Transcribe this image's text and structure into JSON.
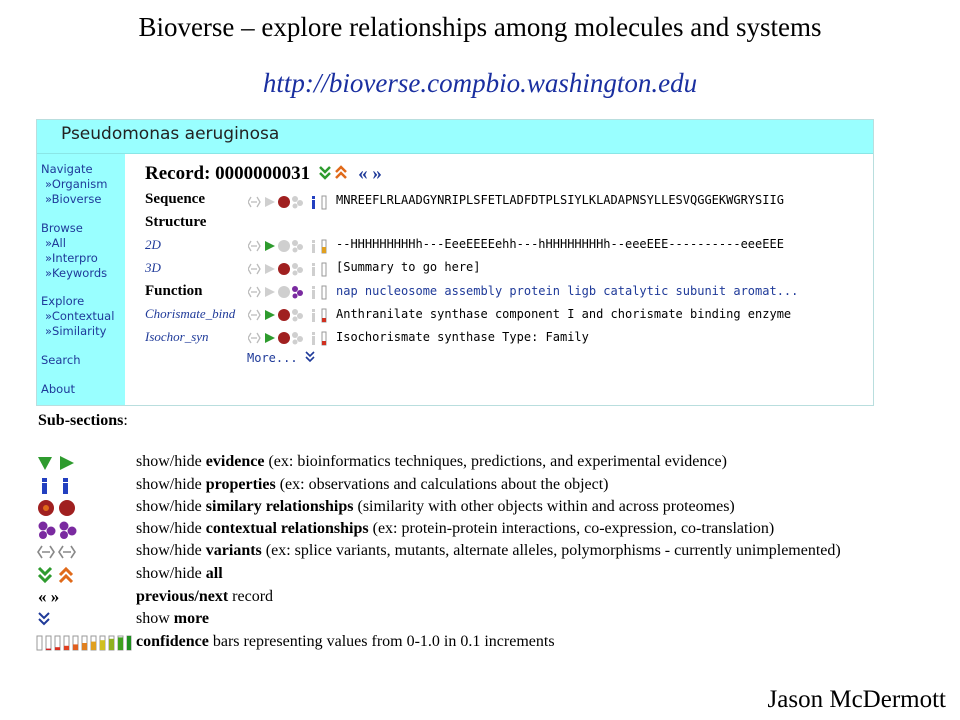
{
  "slide": {
    "title": "Bioverse – explore relationships among molecules and systems",
    "url": "http://bioverse.compbio.washington.edu",
    "author": "Jason McDermott"
  },
  "app": {
    "header_title": "Pseudomonas aeruginosa",
    "sidebar": {
      "navigate": "Navigate",
      "organism": "»Organism",
      "bioverse": "»Bioverse",
      "browse": "Browse",
      "all": "»All",
      "interpro": "»Interpro",
      "keywords": "»Keywords",
      "explore": "Explore",
      "contextual": "»Contextual",
      "similarity": "»Similarity",
      "search": "Search",
      "about": "About"
    },
    "record": {
      "label": "Record: 0000000031",
      "prev_next": "« »",
      "sequence_label": "Sequence",
      "sequence_text": "MNREEFLRLAADGYNRIPLSFETLADFDTPLSIYLKLADAPNSYLLESVQGGEKWGRYSIIG",
      "structure_label": "Structure",
      "structure_2d_label": "2D",
      "structure_2d_text": "--HHHHHHHHHh---EeeEEEEehh---hHHHHHHHHh--eeeEEE----------eeeEEE",
      "structure_3d_label": "3D",
      "structure_3d_text": "[Summary to go here]",
      "function_label": "Function",
      "function_text": "nap nucleosome assembly protein ligb catalytic subunit aromat...",
      "chorismate_label": "Chorismate_bind",
      "chorismate_text": "Anthranilate synthase component I and chorismate binding enzyme",
      "isochor_label": "Isochor_syn",
      "isochor_text": "Isochorismate synthase Type: Family",
      "more": "More..."
    }
  },
  "subsections": {
    "title": "Sub-sections",
    "colon": ":",
    "rows": [
      {
        "prefix": "show/hide ",
        "bold": "evidence",
        "rest": " (ex: bioinformatics techniques, predictions, and experimental evidence)"
      },
      {
        "prefix": "show/hide ",
        "bold": "properties",
        "rest": " (ex: observations and calculations about the object)"
      },
      {
        "prefix": "show/hide ",
        "bold": "similary relationships",
        "rest": " (similarity with other objects within and across proteomes)"
      },
      {
        "prefix": "show/hide ",
        "bold": "contextual relationships",
        "rest": " (ex: protein-protein interactions, co-expression, co-translation)"
      },
      {
        "prefix": "show/hide ",
        "bold": "variants",
        "rest": " (ex: splice variants, mutants, alternate alleles, polymorphisms - currently unimplemented)"
      },
      {
        "prefix": "show/hide ",
        "bold": "all",
        "rest": ""
      },
      {
        "prefix": "",
        "bold": "previous/next",
        "rest": " record"
      },
      {
        "prefix": "show ",
        "bold": "more",
        "rest": ""
      },
      {
        "prefix": "",
        "bold": "confidence",
        "rest": " bars representing values from 0-1.0 in 0.1 increments"
      }
    ],
    "prev_next_symbol": "« »"
  },
  "colors": {
    "header_bg": "#99ffff",
    "evidence": "#2e9b2e",
    "similarity": "#a02020",
    "contextual": "#7a2aa0",
    "properties": "#2340c0",
    "all": "#e06a1a"
  },
  "icons": [
    "variants-icon",
    "evidence-icon",
    "similarity-icon",
    "contextual-icon",
    "properties-icon",
    "confidence-bar-icon",
    "show-all-icon",
    "chevron-down-icon"
  ]
}
